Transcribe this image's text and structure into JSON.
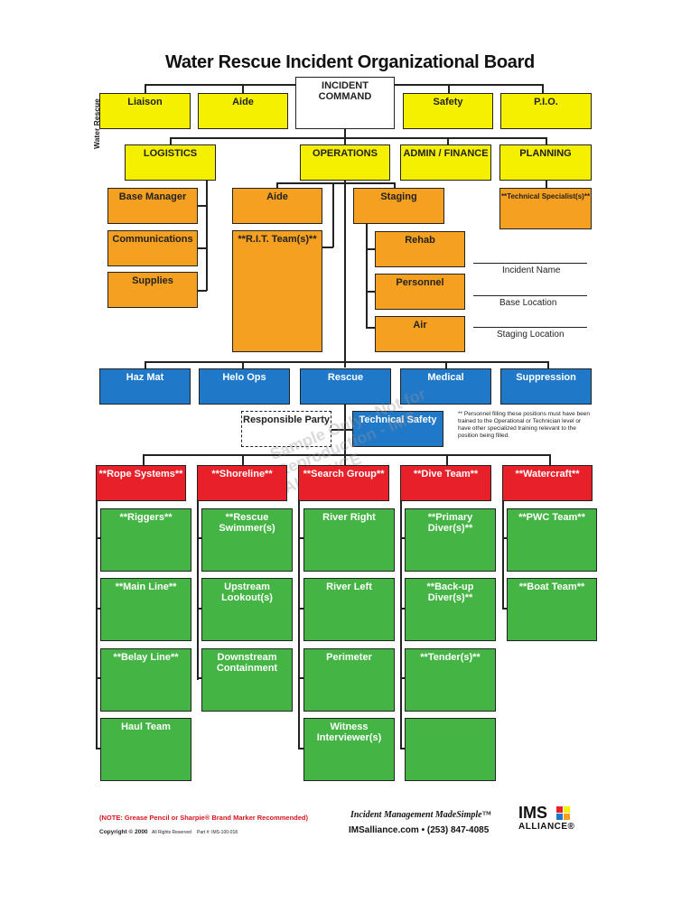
{
  "title": "Water Rescue Incident Organizational Board",
  "side_label": "Water Rescue",
  "command": {
    "incident_command": "INCIDENT COMMAND",
    "liaison": "Liaison",
    "aide": "Aide",
    "safety": "Safety",
    "pio": "P.I.O."
  },
  "sections": {
    "logistics": "LOGISTICS",
    "operations": "OPERATIONS",
    "admin_finance": "ADMIN / FINANCE",
    "planning": "PLANNING"
  },
  "logistics_units": [
    "Base Manager",
    "Communications",
    "Supplies"
  ],
  "operations_units": {
    "aide": "Aide",
    "rit": "**R.I.T. Team(s)**",
    "staging": "Staging",
    "rehab": "Rehab",
    "personnel": "Personnel",
    "air": "Air"
  },
  "planning_units": {
    "technical_specialist": "**Technical Specialist(s)**"
  },
  "incident_fields": [
    "Incident Name",
    "Base Location",
    "Staging Location"
  ],
  "branches": [
    "Haz Mat",
    "Helo Ops",
    "Rescue",
    "Medical",
    "Suppression"
  ],
  "rescue_support": {
    "responsible_party": "Responsible Party",
    "technical_safety": "Technical Safety"
  },
  "footnote": "** Personnel filling these positions must have been trained to the Operational or Technician level or have other specialized training relevant to the position being filled.",
  "watermark": "Sample Only - Not for Reproduction - IMS ALLIANCE",
  "groups": [
    {
      "label": "**Rope Systems**",
      "units": [
        "**Riggers**",
        "**Main Line**",
        "**Belay Line**",
        "Haul Team"
      ]
    },
    {
      "label": "**Shoreline**",
      "units": [
        "**Rescue Swimmer(s)",
        "Upstream Lookout(s)",
        "Downstream Containment"
      ]
    },
    {
      "label": "**Search Group**",
      "units": [
        "River Right",
        "River Left",
        "Perimeter",
        "Witness Interviewer(s)"
      ]
    },
    {
      "label": "**Dive Team**",
      "units": [
        "**Primary Diver(s)**",
        "**Back-up Diver(s)**",
        "**Tender(s)**",
        ""
      ]
    },
    {
      "label": "**Watercraft**",
      "units": [
        "**PWC Team**",
        "**Boat Team**"
      ]
    }
  ],
  "footer": {
    "note": "(NOTE: Grease Pencil or Sharpie® Brand Marker Recommended)",
    "copyright": "Copyright © 2000",
    "rights": "All Rights Reserved",
    "part": "Part #: IMS-100-018",
    "tagline": "Incident Management MadeSimple™",
    "contact": "IMSalliance.com • (253) 847-4085",
    "logo_line1": "IMS",
    "logo_line2": "ALLIANCE®"
  },
  "colors": {
    "yellow": "#f5f000",
    "orange": "#f5a020",
    "blue": "#1f78c8",
    "red": "#e8202a",
    "green": "#44b444"
  }
}
